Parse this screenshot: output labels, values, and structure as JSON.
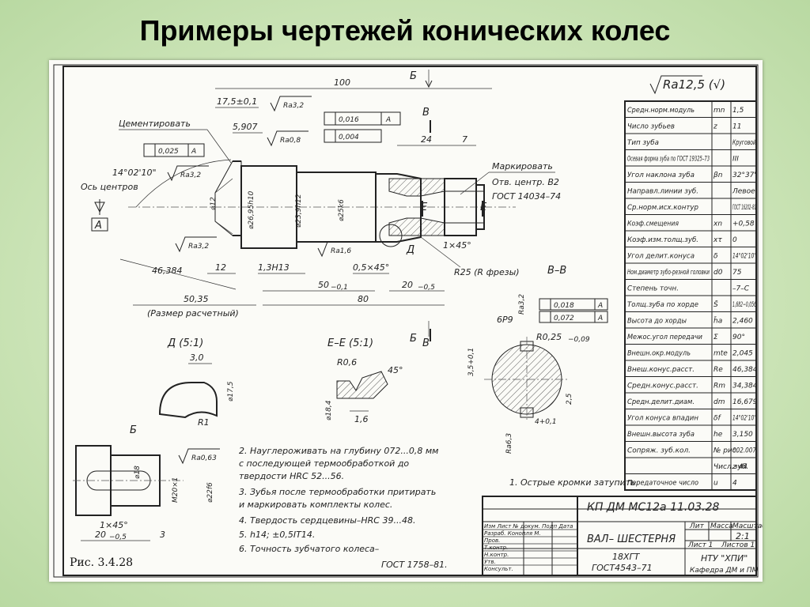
{
  "slide_title": "Примеры чертежей конических колес",
  "top": {
    "roughness": "Ra12,5 (√)",
    "dim_100": "100",
    "dim_17_5": "17,5±0,1",
    "dim_5_907": "5,907",
    "ra3_2_a": "Ra3,2",
    "ra0_8": "Ra0,8",
    "tol_016": "0,016",
    "tol_016_base": "A",
    "tol_004": "0,004",
    "tol_025": "0,025",
    "tol_025_base": "A",
    "cementation": "Цементировать",
    "angle": "14°02'10\"",
    "axis_label": "Ось центров",
    "base_A": "A",
    "ra3_2_b": "Ra3,2",
    "ra3_2_c": "Ra3,2",
    "d12": "⌀12",
    "d26_95": "⌀26,95h10",
    "d23_9": "⌀23,9h12",
    "d25k6": "⌀25k6",
    "ra1_6": "Ra1,6",
    "dim_12": "12",
    "dim_46_384": "46,384",
    "dim_1_3h13": "1,3H13",
    "dim_0_5x45": "0,5×45°",
    "dim_50_35": "50,35",
    "calc_note": "(Размер расчетный)",
    "dim_50": "50",
    "dim_50_tol": "−0,1",
    "dim_80": "80",
    "dim_20": "20",
    "dim_20_tol": "−0,5",
    "r25": "R25 (R фрезы)",
    "dim_24": "24",
    "dim_7": "7",
    "marking": "Маркировать",
    "center_hole": "Отв. центр. B2",
    "gost_14034": "ГОСТ 14034–74",
    "chamfer_1x45": "1×45°",
    "view_B": "Б",
    "sec_V": "В",
    "sec_E": "Е",
    "view_D": "Д"
  },
  "detailD": {
    "title": "Д (5:1)",
    "dim_3": "3,0",
    "d17_5": "⌀17,5",
    "r1": "R1"
  },
  "sectionEE": {
    "title": "Е–Е (5:1)",
    "r0_6": "R0,6",
    "angle45": "45°",
    "d18_4": "⌀18,4",
    "dim_1_6": "1,6"
  },
  "sectionVV": {
    "title": "В–В",
    "ra3_2": "Ra3,2",
    "key_6p9": "6P9",
    "tol_018": "0,018",
    "tol_018_base": "A",
    "tol_072": "0,072",
    "tol_072_base": "A",
    "r0_25": "R0,25",
    "r0_25_tol": "−0,09",
    "dim_3_5": "3,5+0,1",
    "dim_2_5": "2,5",
    "dim_4": "4+0,1",
    "ra6_3": "Ra6,3"
  },
  "viewB": {
    "title": "Б",
    "ra0_63": "Ra0,63",
    "d18": "⌀18",
    "m20": "M20×1",
    "d22": "⌀22f6",
    "chamfer": "1×45°",
    "dim_20": "20",
    "dim_20_tol": "−0,5",
    "dim_3": "3"
  },
  "fig_label": "Рис. 3.4.28",
  "notes": [
    "1.  Острые кромки затупить.",
    "2.  Науглероживать на глубину 072...0,8 мм",
    "     с последующей термообработкой до",
    "     твердости HRC 52...56.",
    "3.  Зубья после термообработки притирать",
    "     и маркировать комплекты колес.",
    "4.  Твердость сердцевины–HRC 39...48.",
    "5.  h14;  ±0,5IT14.",
    "6.  Точность зубчатого колеса–",
    "ГОСТ 1758–81."
  ],
  "params": [
    [
      "Средн.норм.модуль",
      "mn",
      "1,5"
    ],
    [
      "Число зубьев",
      "z",
      "11"
    ],
    [
      "Тип зуба",
      "",
      "Круговой"
    ],
    [
      "Осевая форма зуба по ГОСТ 19325–73",
      "",
      "III"
    ],
    [
      "Угол наклона зуба",
      "βn",
      "32°37'"
    ],
    [
      "Направл.линии зуб.",
      "",
      "Левое"
    ],
    [
      "Ср.норм.исх.контур",
      "",
      "ГОСТ 16202–81"
    ],
    [
      "Коэф.смещения",
      "xn",
      "+0,58"
    ],
    [
      "Коэф.изм.толщ.зуб.",
      "xτ",
      "0"
    ],
    [
      "Угол делит.конуса",
      "δ",
      "14°02'10\""
    ],
    [
      "Ном.диаметр зубо-резной головки",
      "d0",
      "75"
    ],
    [
      "Степень точн.",
      "",
      "–7–C"
    ],
    [
      "Толщ.зуба по хорде",
      "S̄",
      "1,682−0,056"
    ],
    [
      "Высота до хорды",
      "h̄a",
      "2,460"
    ],
    [
      "Межос.угол передачи",
      "Σ",
      "90°"
    ],
    [
      "Внешн.окр.модуль",
      "mte",
      "2,045"
    ],
    [
      "Внеш.конус.расст.",
      "Re",
      "46,384"
    ],
    [
      "Средн.конус.расст.",
      "Rm",
      "34,384"
    ],
    [
      "Средн.делит.диам.",
      "dm",
      "16,679"
    ],
    [
      "Угол конуса впадин",
      "δf",
      "14°02'10\""
    ],
    [
      "Внешн.высота зуба",
      "he",
      "3,150"
    ],
    [
      "Сопряж. зуб.кол.",
      "№ рис.",
      "002.007"
    ],
    [
      "",
      "Числ.зуб.",
      "z 44"
    ],
    [
      "Передаточное число",
      "u",
      "4"
    ]
  ],
  "titleblock": {
    "code": "КП ДМ МС12а 11.03.28",
    "name": "ВАЛ– ШЕСТЕРНЯ",
    "material": "18ХГТ",
    "material_gost": "ГОСТ4543–71",
    "col_lit": "Лит",
    "col_mass": "Масса",
    "col_scale": "Масштаб",
    "scale": "2:1",
    "sheet": "Лист 1",
    "sheets": "Листов 1",
    "org": "НТУ \"ХПИ\"",
    "org_sub": "Кафедра ДМ и ПМ",
    "rows": [
      "Изм Лист № докум. Подп Дата",
      "Разраб. Конопля М.",
      "Пров.",
      "Т.контр.",
      "Н.контр.",
      "Утв.",
      "Консульт."
    ]
  }
}
